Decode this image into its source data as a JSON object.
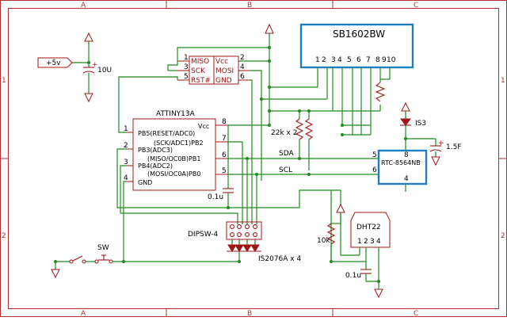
{
  "frame": {
    "columns": [
      "A",
      "B",
      "C"
    ],
    "rows": [
      "1",
      "2"
    ]
  },
  "parts": {
    "lcd": {
      "name": "SB1602BW",
      "pins": [
        "1",
        "2",
        "3",
        "4",
        "5",
        "6",
        "7",
        "8",
        "9",
        "10"
      ]
    },
    "mcu": {
      "name": "ATTINY13A",
      "left_pins": [
        "1",
        "2",
        "3",
        "4"
      ],
      "right_pins": [
        "8",
        "7",
        "6",
        "5"
      ],
      "lines": [
        "PB5(RESET/ADC0)",
        "(SCK/ADC1)PB2",
        "PB3(ADC3)",
        "(MISO/OC0B)PB1",
        "PB4(ADC2)",
        "(MOSI/OC0A)PB0",
        "GND"
      ],
      "vcc": "Vcc"
    },
    "isp": {
      "left_labels": [
        "MISO",
        "SCK",
        "RST#"
      ],
      "right_labels": [
        "Vcc",
        "MOSI",
        "GND"
      ],
      "left_pins": [
        "1",
        "3",
        "5"
      ],
      "right_pins": [
        "2",
        "4",
        "6"
      ]
    },
    "rtc": {
      "name": "RTC-8564NB",
      "pins": [
        "8",
        "5",
        "6",
        "4"
      ]
    },
    "dht": {
      "name": "DHT22",
      "pins": [
        "1",
        "2",
        "3",
        "4"
      ]
    },
    "power": {
      "label": "+5v"
    },
    "cap_main": {
      "label": "10U"
    },
    "cap_mcu": {
      "label": "0.1u"
    },
    "cap_dht": {
      "label": "0.1u"
    },
    "cap_rtc": {
      "label": "1.5F"
    },
    "pullups": {
      "label": "22k x 2"
    },
    "dht_res": {
      "label": "10k"
    },
    "diode_rtc": {
      "label": "IS3"
    },
    "dipsw": {
      "label": "DIPSW-4"
    },
    "diodes": {
      "label": "IS2076A x 4"
    },
    "switch": {
      "label": "SW"
    },
    "nets": {
      "sda": "SDA",
      "scl": "SCL"
    }
  }
}
